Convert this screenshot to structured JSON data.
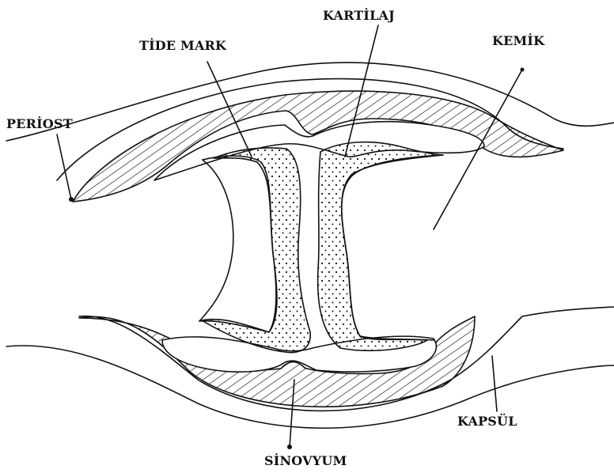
{
  "labels": {
    "kartilaj": "KARTİLAJ",
    "tide_mark": "TİDE MARK",
    "kemik": "KEMİK",
    "periost": "PERİOST",
    "kapsul": "KAPSÜL",
    "sinovyum": "SİNOVYUM"
  },
  "colors": {
    "ink": "#111111",
    "background": "#ffffff"
  }
}
